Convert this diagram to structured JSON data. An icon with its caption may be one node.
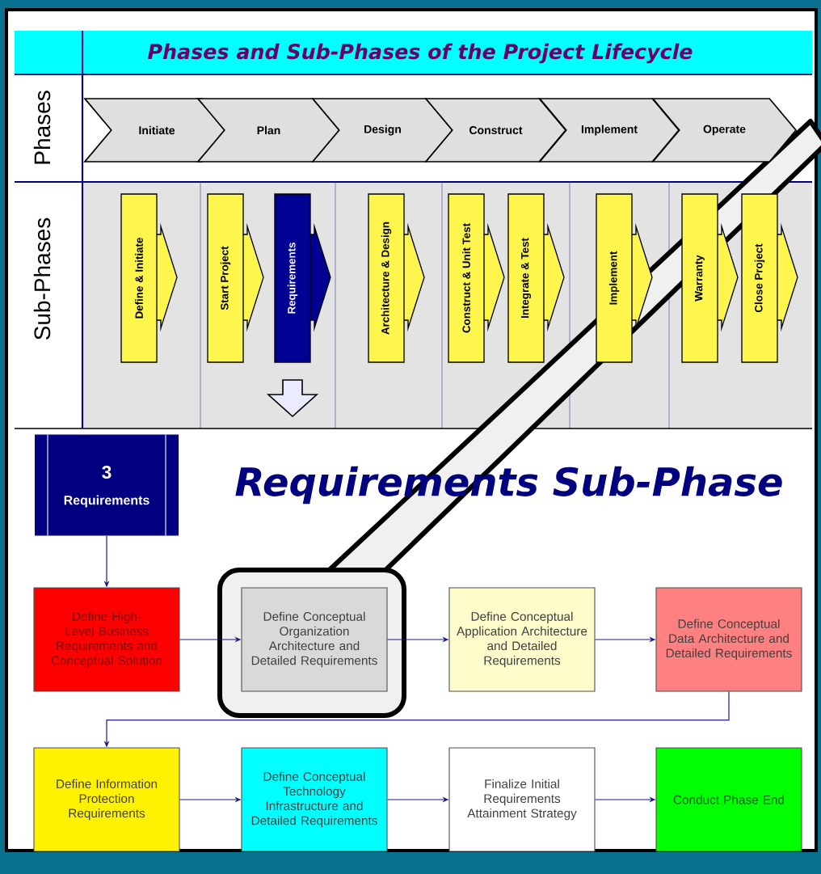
{
  "diagram": {
    "title": "Phases and Sub-Phases of the Project Lifecycle",
    "nodes": [
      {
        "text": [
          "Initiate"
        ]
      },
      {
        "text": [
          "Plan"
        ]
      },
      {
        "text": [
          "Design"
        ]
      },
      {
        "text": [
          "Construct"
        ]
      },
      {
        "text": [
          "Implement"
        ]
      },
      {
        "text": [
          "Operate"
        ]
      },
      {
        "text": [
          "Define & Initiate"
        ]
      },
      {
        "text": [
          "Start Project"
        ]
      },
      {
        "text": [
          "Requirements"
        ]
      },
      {
        "text": [
          "Architecture & Design"
        ]
      },
      {
        "text": [
          "Construct & Unit Test"
        ]
      },
      {
        "text": [
          "Integrate & Test"
        ]
      },
      {
        "text": [
          "Implement"
        ]
      },
      {
        "text": [
          "Warranty"
        ]
      },
      {
        "text": [
          "Close Project"
        ]
      },
      {
        "text": [
          "3",
          "Requirements"
        ]
      },
      {
        "text": [
          "Define High-Level Business Requirements and Conceptual Solution"
        ]
      },
      {
        "text": [
          "Define Conceptual Organization Architecture and Detailed Requirements"
        ]
      },
      {
        "text": [
          "Define Conceptual Application Architecture and Detailed Requirements"
        ]
      },
      {
        "text": [
          "Define Conceptual Data Architecture and Detailed Requirements"
        ]
      },
      {
        "text": [
          "Define Information Protection Requirements"
        ]
      },
      {
        "text": [
          "Define Conceptual Technology Infrastructure and Detailed Requirements"
        ]
      },
      {
        "text": [
          "Finalize Initial Requirements Attainment Strategy"
        ]
      },
      {
        "text": [
          "Conduct Phase End"
        ]
      }
    ],
    "edges": [
      {
        "from": 15,
        "to": 16,
        "arrow": "to"
      },
      {
        "from": 16,
        "to": 17,
        "arrow": "to"
      },
      {
        "from": 17,
        "to": 18,
        "arrow": "to"
      },
      {
        "from": 18,
        "to": 19,
        "arrow": "to"
      },
      {
        "from": 19,
        "to": 20,
        "arrow": "to"
      },
      {
        "from": 20,
        "to": 21,
        "arrow": "to"
      },
      {
        "from": 21,
        "to": 22,
        "arrow": "to"
      },
      {
        "from": 22,
        "to": 23,
        "arrow": "to"
      }
    ],
    "labels": [
      "Phases",
      "Sub-Phases",
      "Requirements Sub-Phase"
    ]
  }
}
